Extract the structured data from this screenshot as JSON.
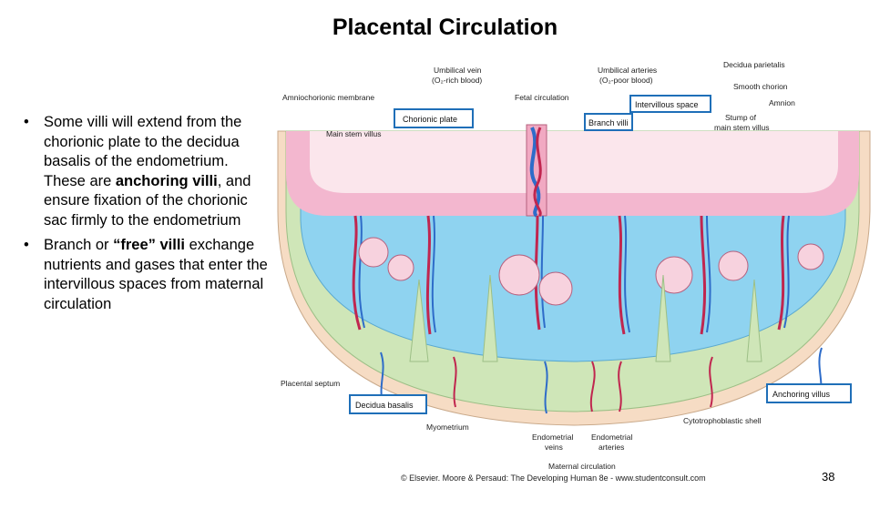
{
  "slide": {
    "title": "Placental Circulation",
    "page_number": "38",
    "credit": "© Elsevier. Moore & Persaud: The Developing Human 8e - www.studentconsult.com"
  },
  "bullets": [
    {
      "parts": [
        {
          "text": "Some villi will extend from the chorionic plate to the decidua basalis of the endometrium. These are ",
          "bold": false
        },
        {
          "text": "anchoring villi",
          "bold": true
        },
        {
          "text": ", and ensure fixation of the chorionic sac firmly to the endometrium",
          "bold": false
        }
      ]
    },
    {
      "parts": [
        {
          "text": "Branch or ",
          "bold": false
        },
        {
          "text": "“free” villi",
          "bold": true
        },
        {
          "text": " exchange nutrients and gases that enter the intervillous spaces from maternal circulation",
          "bold": false
        }
      ]
    }
  ],
  "figure_labels": {
    "umbilical_vein_1": "Umbilical vein",
    "umbilical_vein_2": "(O₂-rich blood)",
    "umbilical_arteries_1": "Umbilical arteries",
    "umbilical_arteries_2": "(O₂-poor blood)",
    "decidua_parietalis": "Decidua parietalis",
    "smooth_chorion": "Smooth chorion",
    "amnion": "Amnion",
    "amniochorionic_membrane": "Amniochorionic membrane",
    "fetal_circulation": "Fetal circulation",
    "intervillous_space": "Intervillous space",
    "chorionic_plate": "Chorionic plate",
    "branch_villi": "Branch villi",
    "stump_1": "Stump of",
    "stump_2": "main stem villus",
    "main_stem_villus": "Main stem villus",
    "placental_septum": "Placental septum",
    "decidua_basalis": "Decidua basalis",
    "myometrium": "Myometrium",
    "endometrial_veins_1": "Endometrial",
    "endometrial_veins_2": "veins",
    "endometrial_arteries_1": "Endometrial",
    "endometrial_arteries_2": "arteries",
    "maternal_circulation": "Maternal circulation",
    "anchoring_villus": "Anchoring villus",
    "cytotrophoblastic_shell": "Cytotrophoblastic shell"
  },
  "colors": {
    "box_border": "#1f6fb8",
    "maternal_blue": "#8fd3f0",
    "fetal_pink": "#f3b7cf",
    "decidua_green": "#cfe6b8",
    "myometrium_peach": "#f6dcc4"
  }
}
